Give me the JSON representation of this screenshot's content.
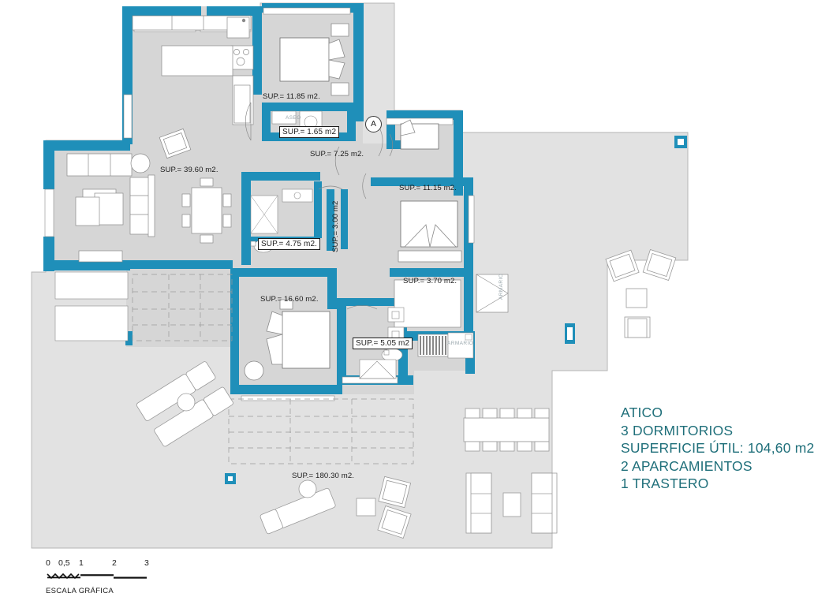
{
  "document": {
    "type": "architectural-floor-plan",
    "title": "ATICO"
  },
  "legend": {
    "lines": [
      "ATICO",
      "3 DORMITORIOS",
      "SUPERFICIE ÚTIL: 104,60 m2",
      "2 APARCAMIENTOS",
      "1 TRASTERO"
    ],
    "color": "#1f6f7a"
  },
  "scale": {
    "caption": "ESCALA GRÁFICA",
    "ticks": [
      "0",
      "0,5",
      "1",
      "2",
      "3"
    ]
  },
  "areas": [
    {
      "id": "salon-comedor-cocina",
      "label": "SUP.= 39.60 m2.",
      "value": 39.6,
      "unit": "m2"
    },
    {
      "id": "dormitorio-1",
      "label": "SUP.= 11.85 m2.",
      "value": 11.85,
      "unit": "m2"
    },
    {
      "id": "aseo",
      "label": "SUP.= 1.65 m2",
      "value": 1.65,
      "unit": "m2"
    },
    {
      "id": "distribuidor",
      "label": "SUP.= 7.25 m2.",
      "value": 7.25,
      "unit": "m2"
    },
    {
      "id": "dormitorio-2",
      "label": "SUP.= 11.15 m2.",
      "value": 11.15,
      "unit": "m2"
    },
    {
      "id": "bano-1",
      "label": "SUP.= 4.75 m2.",
      "value": 4.75,
      "unit": "m2"
    },
    {
      "id": "pasillo",
      "label": "SUP.= 3.00 m2",
      "value": 3.0,
      "unit": "m2"
    },
    {
      "id": "vestidor",
      "label": "SUP.= 3.70 m2.",
      "value": 3.7,
      "unit": "m2"
    },
    {
      "id": "dormitorio-principal",
      "label": "SUP.= 16.60 m2.",
      "value": 16.6,
      "unit": "m2"
    },
    {
      "id": "bano-2",
      "label": "SUP.= 5.05 m2",
      "value": 5.05,
      "unit": "m2"
    },
    {
      "id": "terraza",
      "label": "SUP.= 180.30 m2.",
      "value": 180.3,
      "unit": "m2"
    }
  ],
  "annotations": {
    "aseo_tag": "ASEO",
    "armario_tag": "ARMARIO",
    "armario_tag_2": "ARMARIO",
    "section_marker": "A"
  },
  "colors": {
    "wall": "#1f8fb9",
    "wall_dark": "#1278a0",
    "interior_fill": "#d6d6d6",
    "terrace_fill": "#e2e2e2",
    "furniture_line": "#8a8a8a",
    "furniture_fill": "#ffffff",
    "text": "#1c1c1c"
  }
}
